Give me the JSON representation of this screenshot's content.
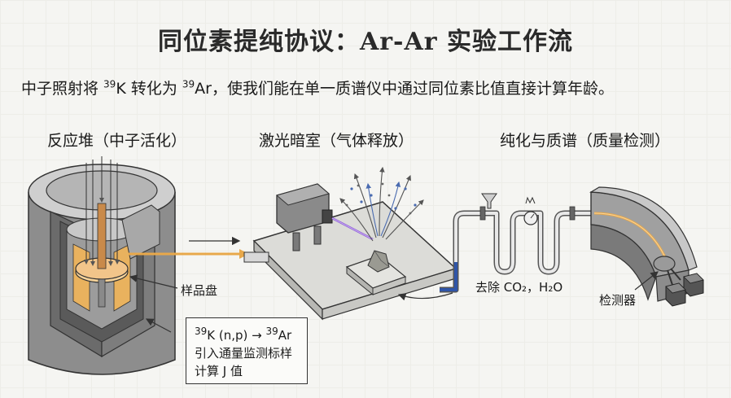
{
  "title": "同位素提纯协议：Ar-Ar 实验工作流",
  "subtitle": {
    "part1": "中子照射将 ",
    "sup1": "39",
    "part2": "K 转化为 ",
    "sup2": "39",
    "part3": "Ar，使我们能在单一质谱仪中通过同位素比值直接计算年龄。"
  },
  "stages": {
    "reactor": "反应堆（中子活化）",
    "laser": "激光暗室（气体释放）",
    "purify": "纯化与质谱（质量检测）"
  },
  "labels": {
    "sample_tray": "样品盘",
    "remove_gas": "去除 CO₂，H₂O",
    "detector": "检测器"
  },
  "note": {
    "line1_sup1": "39",
    "line1_mid": "K (n,p) → ",
    "line1_sup2": "39",
    "line1_end": "Ar",
    "line2": "引入通量监测标样",
    "line3": "计算 J 值"
  },
  "colors": {
    "reactor_body": "#9a9a9a",
    "sample_core": "#f2c58a",
    "laser_beam": "#8a5cd6",
    "flow_arrow": "#e8a84a",
    "tube_highlight": "#2f55a8"
  }
}
